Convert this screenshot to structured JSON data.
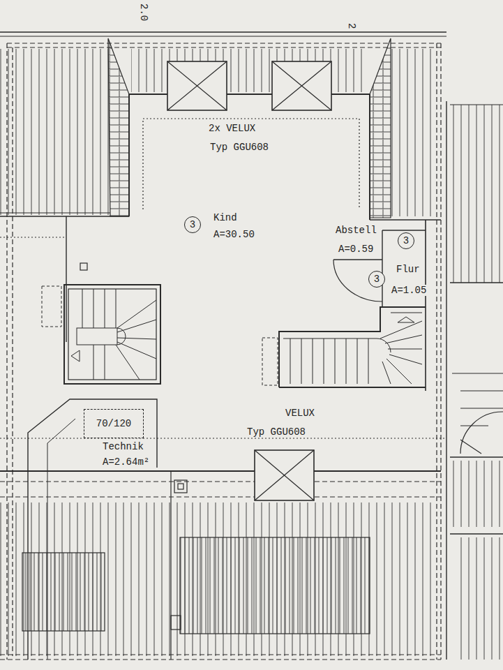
{
  "diagram": {
    "nodes": [
      {
        "text": [
          "3"
        ]
      },
      {
        "text": [
          "3"
        ]
      },
      {
        "text": [
          "3"
        ]
      },
      {
        "text": [
          "70/120"
        ]
      }
    ],
    "labels": [
      "2.0",
      "2",
      "2x VELUX",
      "Typ GGU608",
      "Kind",
      "A=30.50",
      "Abstell",
      "A=0.59",
      "Flur",
      "A=1.05",
      "VELUX",
      "Typ GGU608",
      "Technik",
      "A=2.64m²"
    ]
  }
}
